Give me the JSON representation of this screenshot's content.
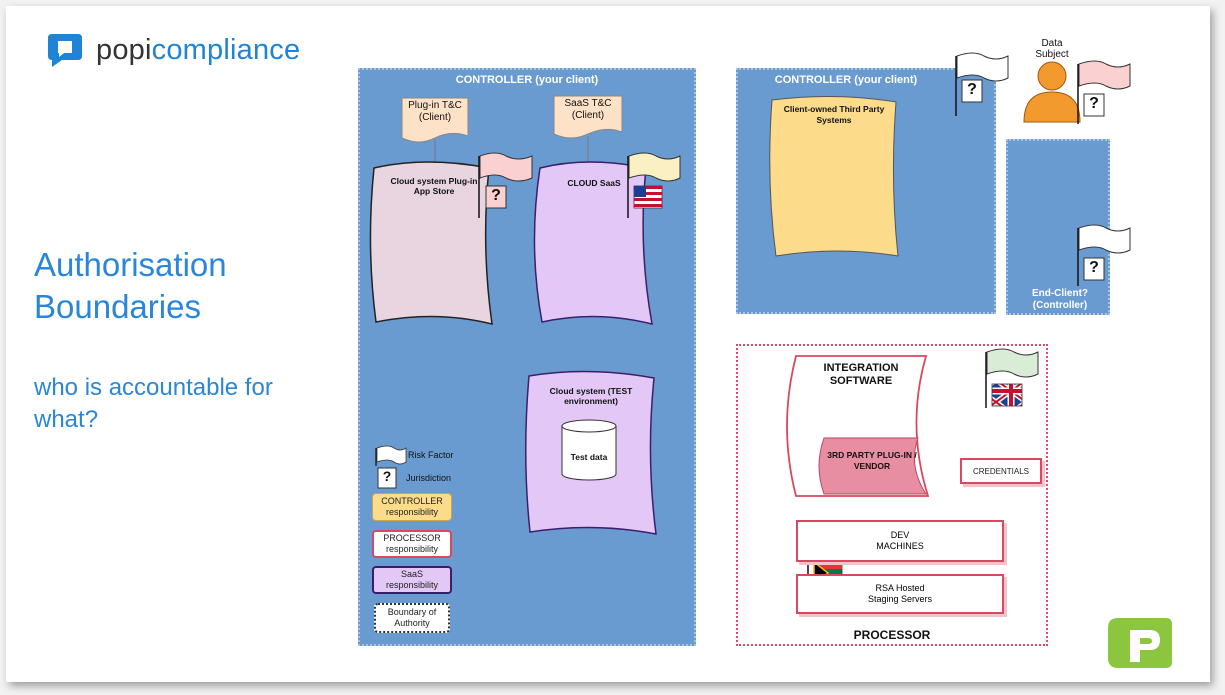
{
  "brand": {
    "part1": "popi",
    "part2": "compliance"
  },
  "slide": {
    "title": "Authorisation Boundaries",
    "subtitle": "who is accountable for what?"
  },
  "controller_left": {
    "title": "CONTROLLER (your client)",
    "plugin_tc": "Plug-in T&C (Client)",
    "saas_tc": "SaaS T&C (Client)",
    "cloud_plugin": "Cloud system Plug-in App Store",
    "cloud_saas": "CLOUD SaaS",
    "cloud_test": "Cloud system (TEST environment)",
    "test_data": "Test data"
  },
  "legend": {
    "risk": "Risk Factor",
    "jurisdiction": "Jurisdiction",
    "controller": "CONTROLLER responsibility",
    "processor": "PROCESSOR responsibility",
    "saas": "SaaS responsibility",
    "boundary": "Boundary of Authority"
  },
  "controller_right": {
    "title": "CONTROLLER (your client)",
    "systems": "Client-owned Third Party Systems"
  },
  "data_subject": "Data Subject",
  "end_client": "End-Client? (Controller)",
  "processor": {
    "integration": "INTEGRATION SOFTWARE",
    "plugin": "3RD PARTY PLUG-IN / VENDOR",
    "credentials": "CREDENTIALS",
    "dev": "DEV MACHINES",
    "staging": "RSA Hosted Staging Servers",
    "label": "PROCESSOR"
  },
  "question_mark": "?",
  "colors": {
    "panel": "#6a9bd0",
    "controller_fill": "#fcdc8a",
    "saas_fill": "#e3c8f7",
    "processor_red": "#d9485f",
    "brand_blue": "#1f83d6",
    "logo_green": "#8cc63f"
  }
}
